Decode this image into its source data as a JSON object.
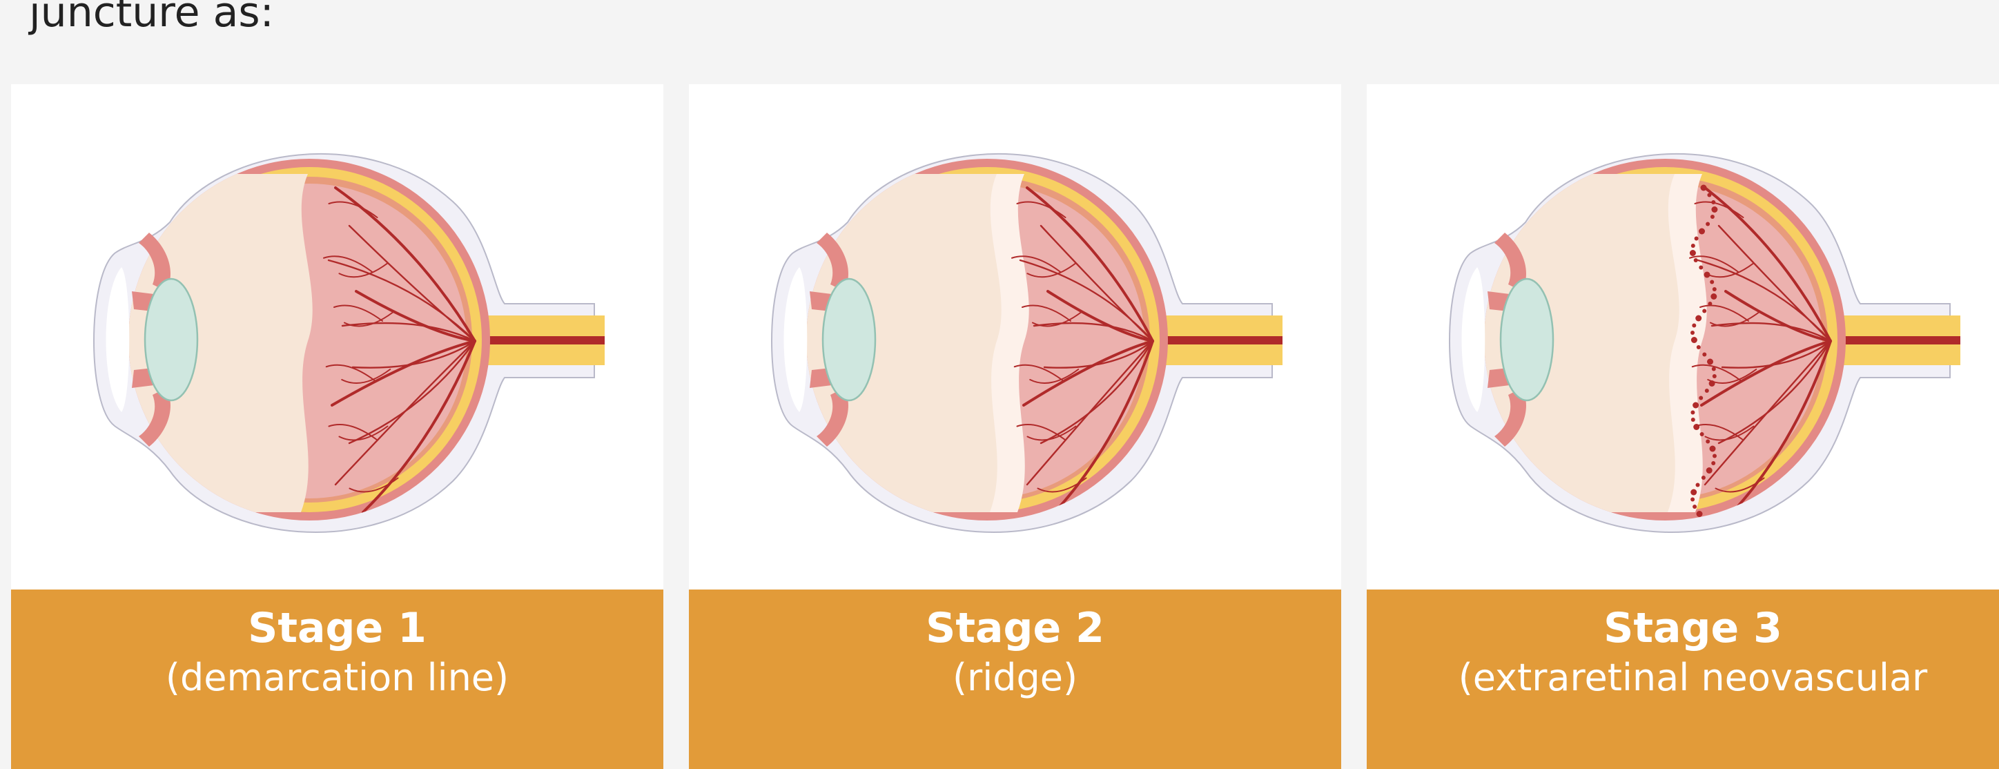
{
  "intro_text": "juncture as:",
  "stages": [
    {
      "title": "Stage 1",
      "subtitle": "(demarcation line)"
    },
    {
      "title": "Stage 2",
      "subtitle": "(ridge)"
    },
    {
      "title": "Stage 3",
      "subtitle": "(extraretinal neovascular"
    }
  ],
  "colors": {
    "caption_bg": "#e29b39",
    "sclera": "#f1f0f7",
    "choroid": "#e38a86",
    "retina_yellow": "#f7cf62",
    "vitreous": "#f7e6d7",
    "vascular_retina": "#ecb1ae",
    "vessel": "#b02a2a",
    "lens": "#cfe7df"
  }
}
